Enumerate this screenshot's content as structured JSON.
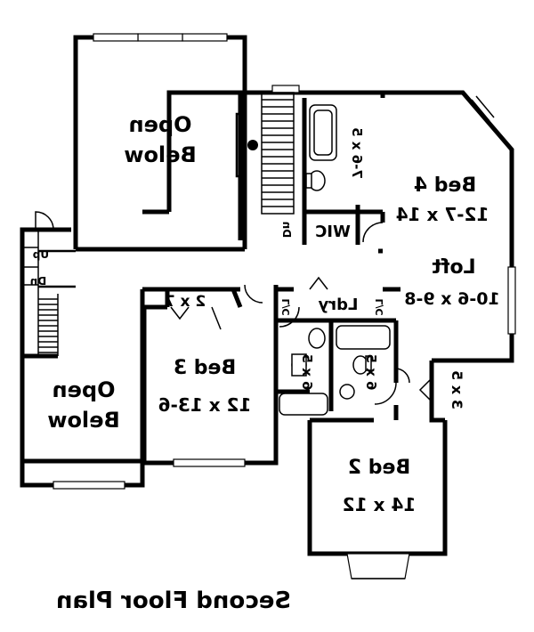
{
  "plan": {
    "title": "Second Floor Plan",
    "rooms": [
      {
        "id": "open-below-top",
        "name": "Open",
        "dims": "Below"
      },
      {
        "id": "open-below-left",
        "name": "Open",
        "dims": "Below"
      },
      {
        "id": "bed4",
        "name": "Bed 4",
        "dims": "12-7 x 14"
      },
      {
        "id": "loft",
        "name": "Loft",
        "dims": "10-6 x 9-8"
      },
      {
        "id": "bed3",
        "name": "Bed 3",
        "dims": "12 x 13-6"
      },
      {
        "id": "bed2",
        "name": "Bed 2",
        "dims": "14 x 12"
      }
    ],
    "labels": {
      "wic": "WIC",
      "ldry": "Ldry",
      "lc1": "L/C",
      "lc2": "L/C",
      "closet_2x7": "2 x 7",
      "closet_3x5": "3 x 5",
      "bath_a": "7-6 x 5",
      "bath_b": "6 x 5",
      "bath_c": "6 x 5",
      "up": "Up",
      "dn_left": "Dn",
      "dn_stair": "Dn"
    }
  }
}
